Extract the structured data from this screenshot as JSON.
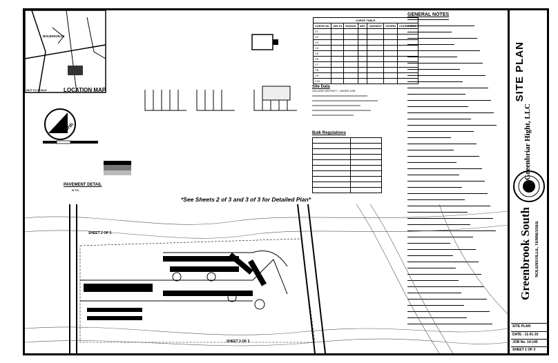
{
  "titleblock": {
    "sheet_title": "SITE PLAN",
    "company": "Greenbriar Hight, LLC",
    "project": "Greenbrook South",
    "location": "NOLENSVILLE, TENNESSEE",
    "label_site_plan": "SITE PLAN",
    "date": "DATE : 11-01-10",
    "job": "JOB No. 14-145",
    "sheet": "SHEET 1 OF 3"
  },
  "location_map": {
    "title": "LOCATION MAP",
    "scale_note": "NOT TO SCALE",
    "town_label": "NOLENSVILLE"
  },
  "north_arrow": {
    "label": "north"
  },
  "curve_table": {
    "title": "CURVE TABLE",
    "headers": [
      "CURVE No.",
      "DELTA",
      "RADIUS",
      "ARC",
      "TANGENT",
      "CHORD",
      "CHORD BRG"
    ],
    "rows": [
      [
        "C1",
        "",
        "",
        "",
        "",
        "",
        ""
      ],
      [
        "C2",
        "",
        "",
        "",
        "",
        "",
        ""
      ],
      [
        "C3",
        "",
        "",
        "",
        "",
        "",
        ""
      ],
      [
        "C4",
        "",
        "",
        "",
        "",
        "",
        ""
      ],
      [
        "C5",
        "",
        "",
        "",
        "",
        "",
        ""
      ],
      [
        "C6",
        "",
        "",
        "",
        "",
        "",
        ""
      ],
      [
        "C7",
        "",
        "",
        "",
        "",
        "",
        ""
      ],
      [
        "C8",
        "",
        "",
        "",
        "",
        "",
        ""
      ],
      [
        "C9",
        "",
        "",
        "",
        "",
        "",
        ""
      ],
      [
        "C10",
        "",
        "",
        "",
        "",
        "",
        ""
      ]
    ]
  },
  "general_notes": {
    "title": "GENERAL NOTES"
  },
  "site_data": {
    "title": "Site Data",
    "district": "VILLAGE DISTRICT = MIXED USE"
  },
  "bulk_regulations": {
    "title": "Bulk Regulations"
  },
  "pavement": {
    "title": "PAVEMENT DETAIL",
    "scale": "N.T.S."
  },
  "banner": "*See Sheets 2 of 3 and 3 of 3 for Detailed Plan*",
  "sheet_callouts": [
    "SHEET 2 OF 3",
    "SHEET 3 OF 3"
  ]
}
